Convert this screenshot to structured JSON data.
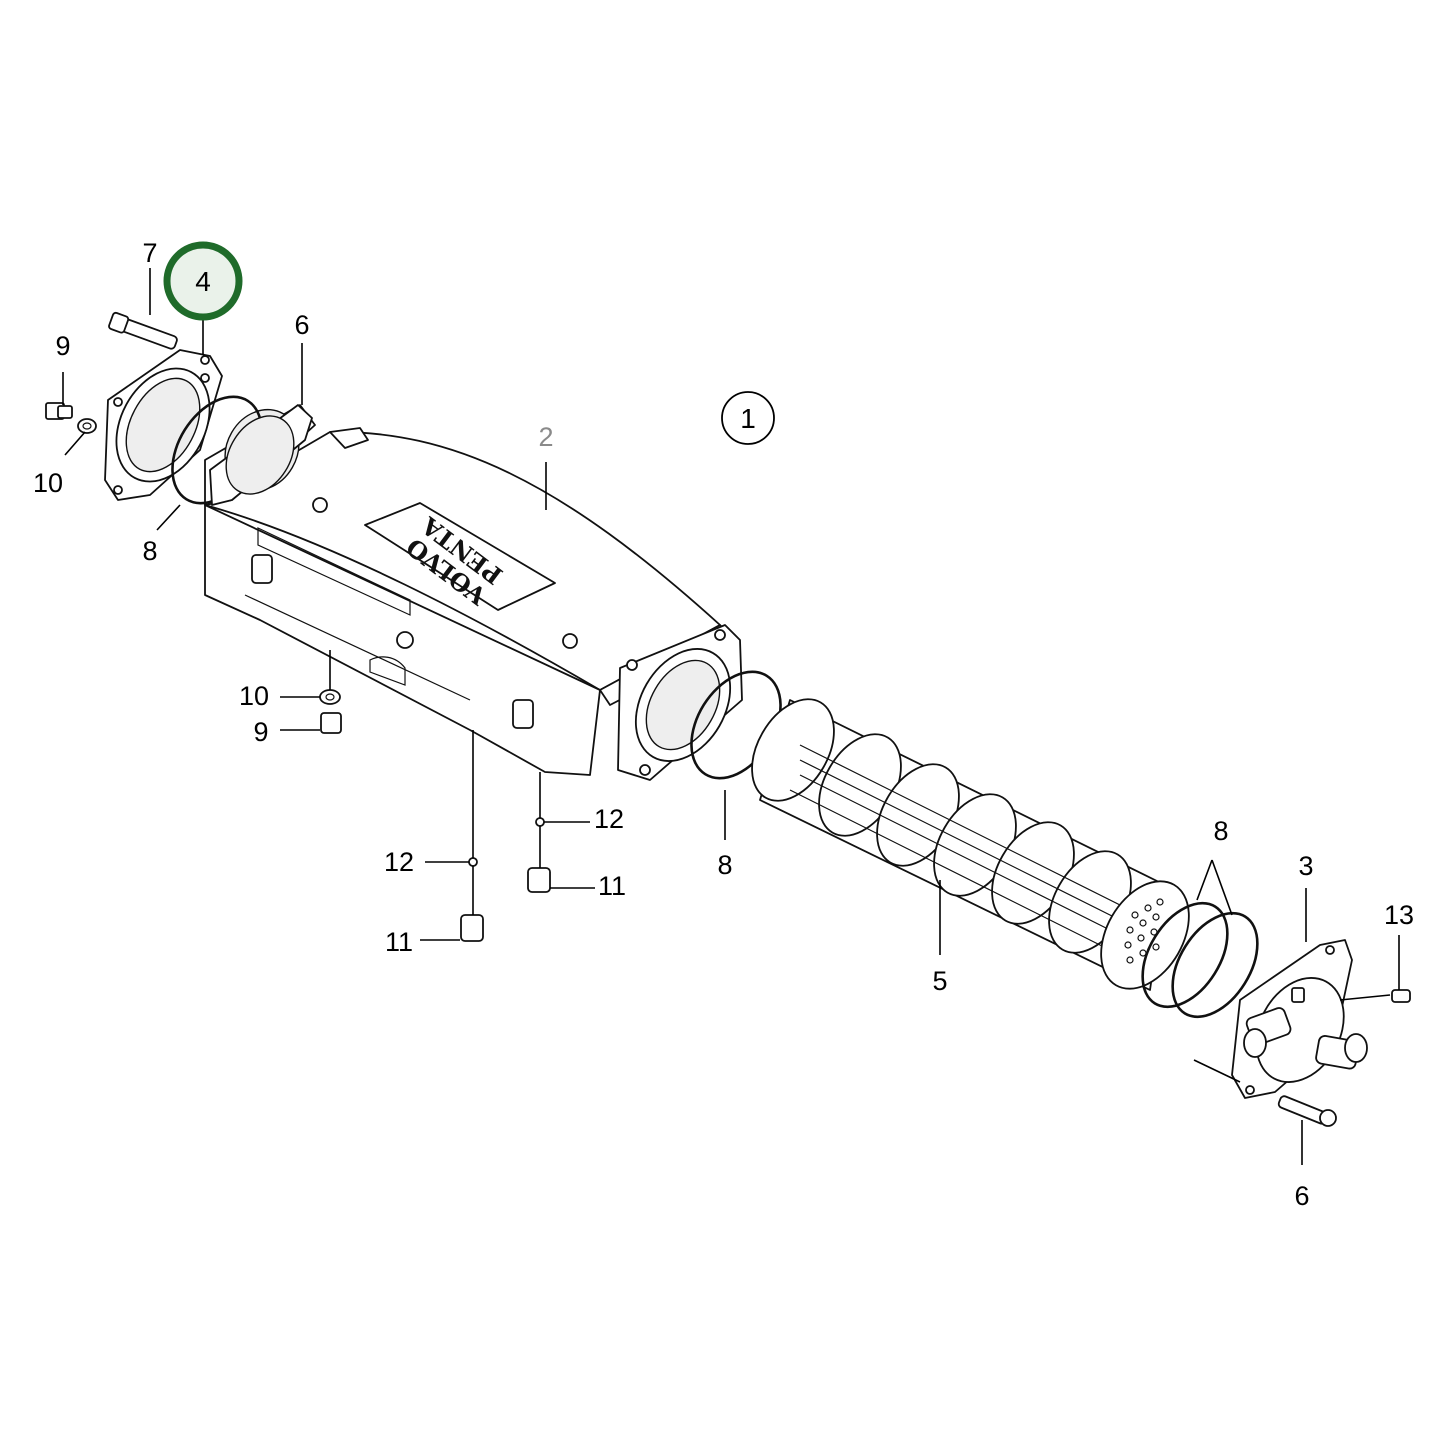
{
  "diagram": {
    "assembly_callout": "1",
    "highlighted_callout": "4",
    "highlight_color": "#1f6b2a",
    "highlight_fill": "#eaf2ea",
    "brand_lines": [
      "VOLVO",
      "PENTA"
    ],
    "labels": {
      "l7": "7",
      "l9a": "9",
      "l10a": "10",
      "l8a": "8",
      "l6a": "6",
      "l2": "2",
      "l10b": "10",
      "l9b": "9",
      "l12a": "12",
      "l11a": "11",
      "l12b": "12",
      "l11b": "11",
      "l8b": "8",
      "l5": "5",
      "l8c": "8",
      "l3": "3",
      "l13": "13",
      "l6b": "6"
    }
  }
}
